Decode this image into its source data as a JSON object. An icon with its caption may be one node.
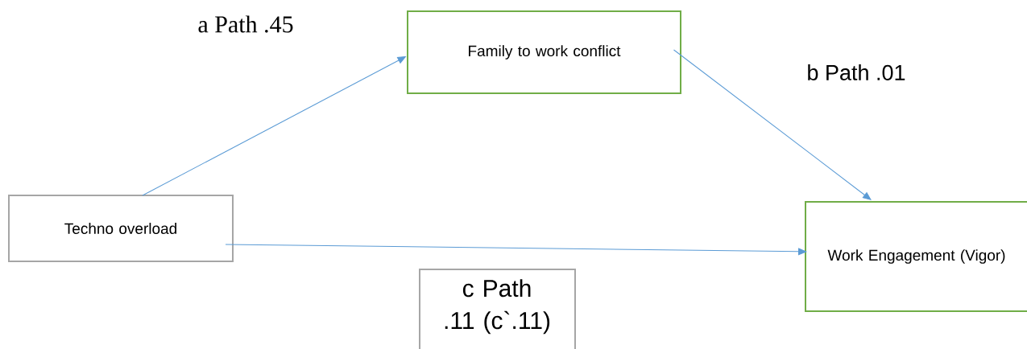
{
  "diagram": {
    "nodes": [
      {
        "text": [
          "Techno overload"
        ]
      },
      {
        "text": [
          "Family to work conflict"
        ]
      },
      {
        "text": [
          "Work Engagement (Vigor)"
        ]
      },
      {
        "text": [
          "c Path .11 (c`.11)"
        ]
      }
    ],
    "edges": [
      {
        "from": 0,
        "to": 1,
        "arrow": "to"
      },
      {
        "from": 1,
        "to": 2,
        "arrow": "to"
      },
      {
        "from": 0,
        "to": 2,
        "arrow": "to"
      }
    ],
    "labels": [
      "a Path .45",
      "b Path .01"
    ]
  }
}
